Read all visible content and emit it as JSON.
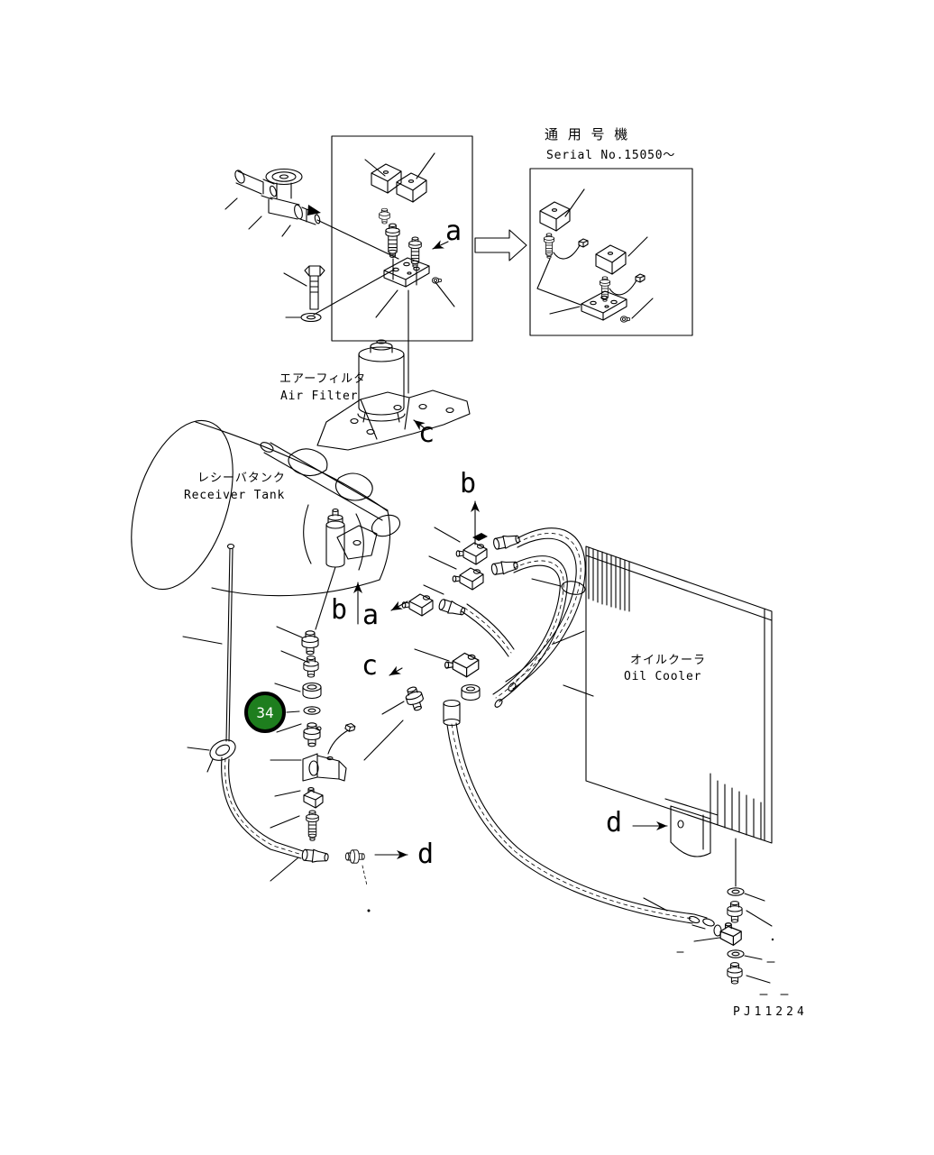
{
  "diagram": {
    "inset_note": {
      "title_ja": "通 用 号 機",
      "serial": "Serial No.15050～"
    },
    "component_labels": {
      "air_filter": {
        "ja": "エアーフィルタ",
        "en": "Air Filter"
      },
      "receiver_tank": {
        "ja": "レシーバタンク",
        "en": "Receiver Tank"
      },
      "oil_cooler": {
        "ja": "オイルクーラ",
        "en": "Oil Cooler"
      }
    },
    "view_callouts": {
      "a": "a",
      "b": "b",
      "c": "c",
      "d": "d"
    },
    "part_callout": {
      "number": "34"
    },
    "drawing_number": "PJ11224",
    "colors": {
      "line": "#000000",
      "background": "#ffffff",
      "part_marker_fill": "#1e7e1e",
      "part_marker_ring": "#000000",
      "part_marker_text": "#ffffff"
    }
  }
}
